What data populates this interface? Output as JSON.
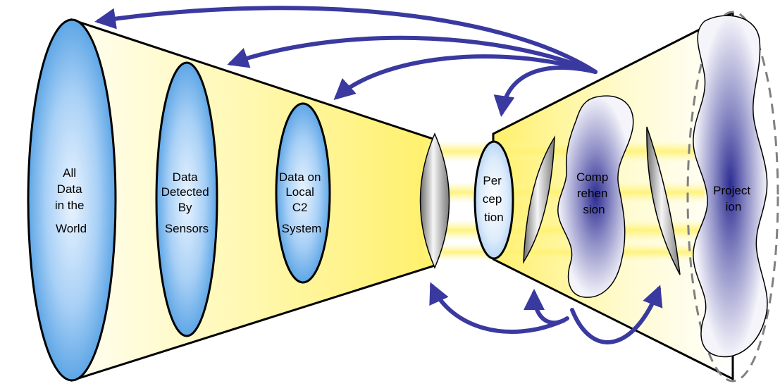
{
  "labels": {
    "all_data": [
      "All",
      "Data",
      "in the",
      "World"
    ],
    "detected": [
      "Data",
      "Detected",
      "By",
      "Sensors"
    ],
    "local": [
      "Data on",
      "Local",
      "C2",
      "System"
    ],
    "perception": [
      "Per",
      "cep",
      "tion"
    ],
    "comprehension": [
      "Comp",
      "rehen",
      "sion"
    ],
    "projection": [
      "Project",
      "ion"
    ]
  },
  "colors": {
    "arrow": "#3a39a0",
    "outline": "#000000",
    "cone_light": "#fffde6",
    "cone_yellow": "#fff170",
    "disc_blue": "#6aaeea",
    "cloud_center": "#2f2f96",
    "dashed": "#808080"
  }
}
